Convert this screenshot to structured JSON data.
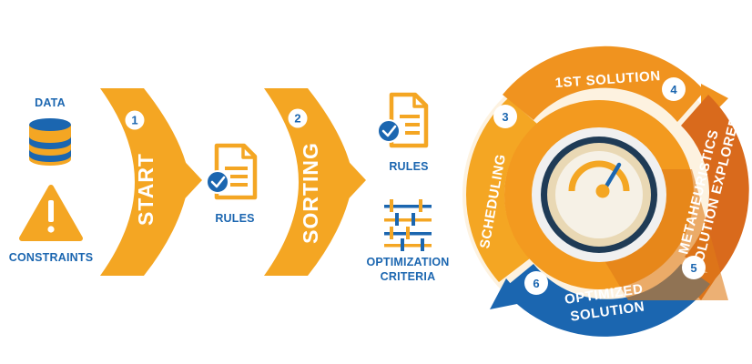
{
  "inputs": {
    "data_label": "DATA",
    "constraints_label": "CONSTRAINTS"
  },
  "step1": {
    "number": "1",
    "label": "START"
  },
  "step1_output": {
    "rules_label": "RULES"
  },
  "step2": {
    "number": "2",
    "label": "SORTING"
  },
  "step2_output": {
    "rules_label": "RULES",
    "criteria_line1": "OPTIMIZATION",
    "criteria_line2": "CRITERIA"
  },
  "cycle": {
    "step3": {
      "number": "3",
      "label": "SCHEDULING"
    },
    "step4": {
      "number": "4",
      "label": "1ST SOLUTION"
    },
    "step5": {
      "number": "5",
      "label_line1": "METAHEURISTICS",
      "label_line2": "SOLUTION EXPLORER"
    },
    "step6": {
      "number": "6",
      "label_line1": "OPTIMIZED",
      "label_line2": "SOLUTION"
    }
  },
  "colors": {
    "orange": "#f4a623",
    "orange_dark": "#e8871e",
    "orange_deep": "#d2691e",
    "blue": "#1b66b0",
    "dial_outer": "#f0f0f0",
    "dial_ring": "#1f3b56",
    "dial_face": "#e9d8b4",
    "dial_inner": "#f6f1e6",
    "accent_blue": "#1b66b0"
  }
}
